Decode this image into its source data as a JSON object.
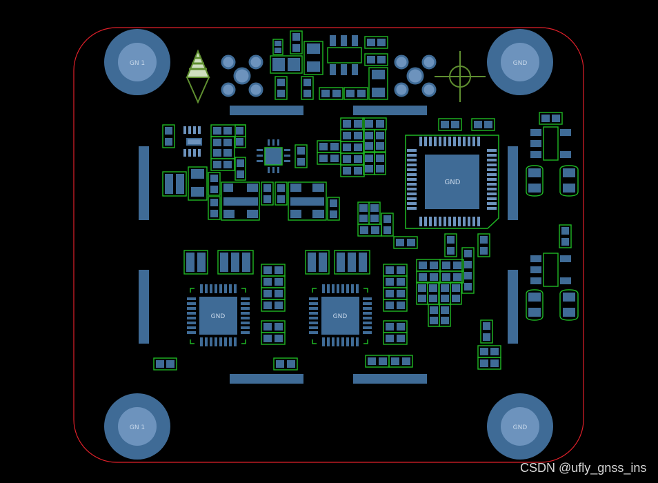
{
  "colors": {
    "background": "#000000",
    "board_outline": "#e0202a",
    "pad": "#3f6b96",
    "pad_light": "#6d93bd",
    "silkscreen": "#1fb824",
    "marker": "#5f8f30"
  },
  "labels": {
    "hole_tl": "GN 1",
    "hole_tr": "GND",
    "hole_bl": "GN 1",
    "hole_br": "GND",
    "mcu_pad": "GND",
    "qfn_left": "GND",
    "qfn_right": "GND"
  },
  "watermark": "CSDN @ufly_gnss_ins"
}
